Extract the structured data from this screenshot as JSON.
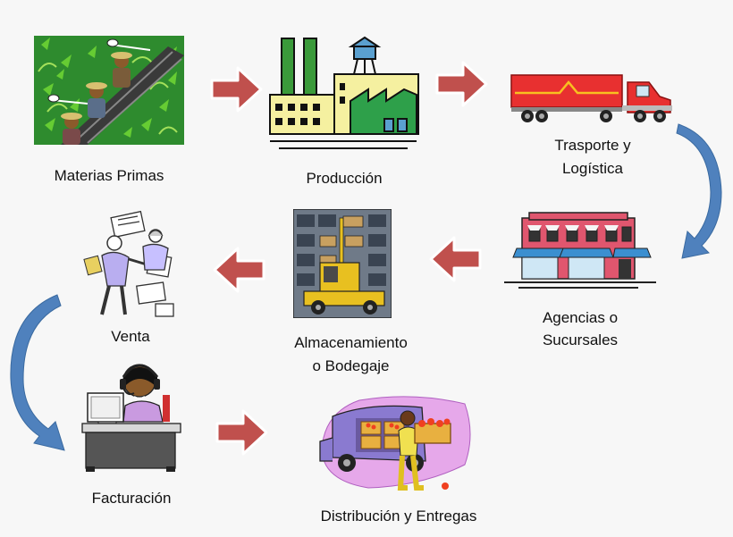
{
  "steps": {
    "materias": {
      "label": "Materias Primas",
      "icon": "farmworkers-field-icon"
    },
    "produccion": {
      "label": "Producción",
      "icon": "factory-icon"
    },
    "transporte": {
      "label_line1": "Trasporte y",
      "label_line2": "Logística",
      "icon": "semi-truck-icon"
    },
    "agencias": {
      "label_line1": "Agencias o",
      "label_line2": "Sucursales",
      "icon": "storefront-icon"
    },
    "almacen": {
      "label_line1": "Almacenamiento",
      "label_line2": "o Bodegaje",
      "icon": "forklift-warehouse-icon"
    },
    "venta": {
      "label": "Venta",
      "icon": "salespeople-icon"
    },
    "facturacion": {
      "label": "Facturación",
      "icon": "operator-computer-icon"
    },
    "distribucion": {
      "label": "Distribución y Entregas",
      "icon": "delivery-van-icon"
    }
  },
  "colors": {
    "arrow_red": "#c0504d",
    "curve_blue": "#4f81bd"
  }
}
